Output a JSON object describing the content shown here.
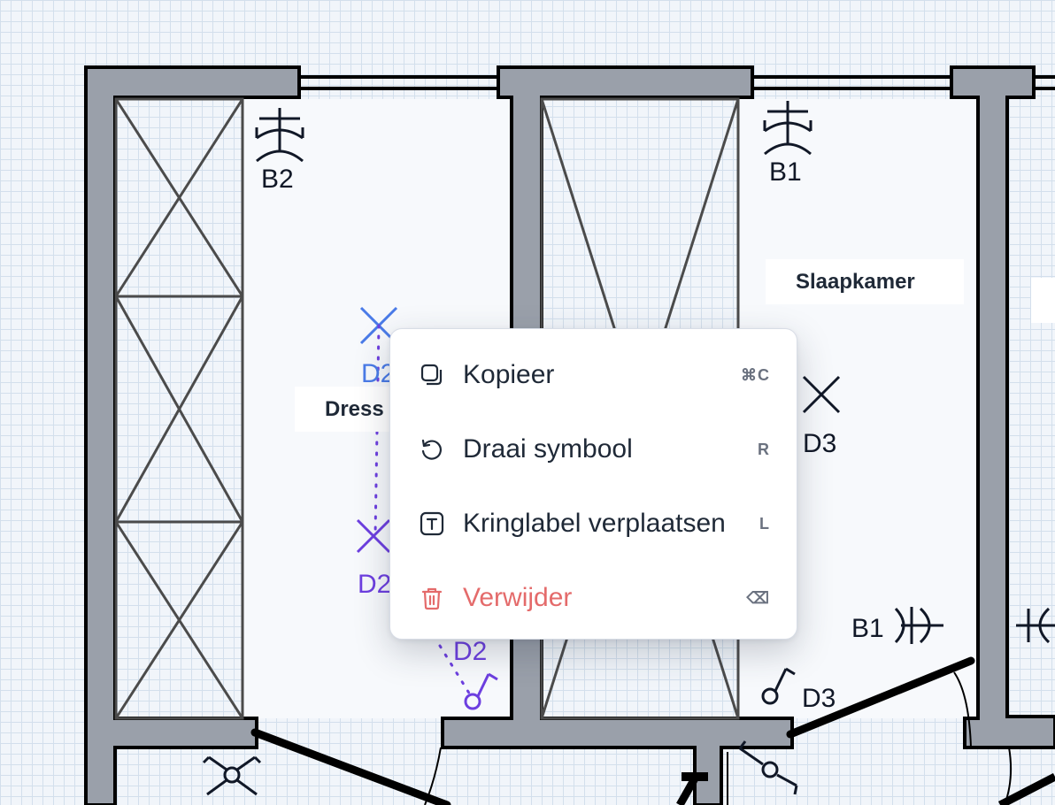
{
  "canvas": {
    "rooms": {
      "slaapkamer": "Slaapkamer",
      "dressing": "Dress"
    },
    "symbols": {
      "b2_top": "B2",
      "b1_top": "B1",
      "d2_blue": "D2",
      "d2_purple_mid": "D2",
      "d2_purple_low": "D2",
      "d3_right": "D3",
      "b1_right": "B1",
      "d3_bottom": "D3"
    }
  },
  "context_menu": {
    "items": [
      {
        "label": "Kopieer",
        "shortcut": "⌘C",
        "icon": "copy-icon"
      },
      {
        "label": "Draai symbool",
        "shortcut": "R",
        "icon": "rotate-icon"
      },
      {
        "label": "Kringlabel verplaatsen",
        "shortcut": "L",
        "icon": "text-label-icon"
      },
      {
        "label": "Verwijder",
        "shortcut": "⌫",
        "icon": "trash-icon"
      }
    ]
  },
  "colors": {
    "wall": "#9aa0aa",
    "grid": "#d3dfec",
    "background": "#f1f5fa",
    "selection_blue": "#4a7be8",
    "selection_purple": "#6d3fe0",
    "danger": "#e46b6b"
  }
}
